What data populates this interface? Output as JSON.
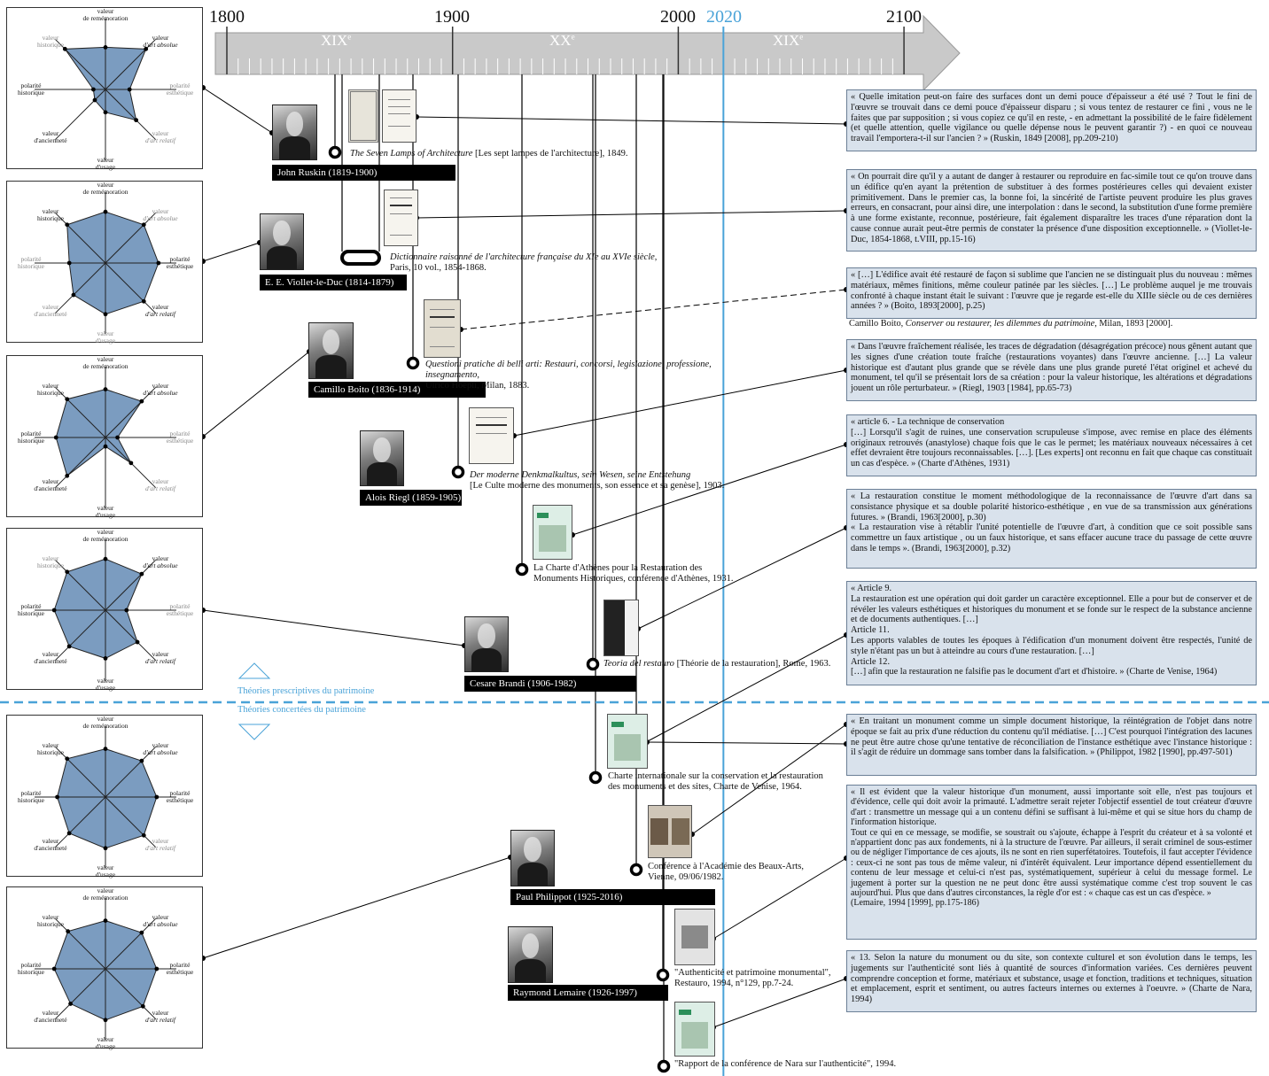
{
  "timeline": {
    "years": [
      {
        "label": "1800",
        "value": 1800
      },
      {
        "label": "1900",
        "value": 1900
      },
      {
        "label": "2000",
        "value": 2000
      },
      {
        "label": "2100",
        "value": 2100
      }
    ],
    "current_year": {
      "label": "2020",
      "value": 2020
    },
    "centuries": [
      {
        "label": "XIX",
        "sup": "e"
      },
      {
        "label": "XX",
        "sup": "e"
      },
      {
        "label": "XIX",
        "sup": "e"
      }
    ]
  },
  "radar_labels": {
    "top": "valeur\nde remémoration",
    "top_left": "valeur\nhistorique",
    "top_right_a": "valeur",
    "top_right_b": "d'art absolue",
    "left": "polarité\nhistorique",
    "right": "polarité\nesthétique",
    "bottom_left": "valeur\nd'ancienneté",
    "bottom_right_a": "valeur",
    "bottom_right_b": "d'art relatif",
    "bottom": "valeur\nd'usage"
  },
  "radar_charts": [
    {
      "values": [
        0.7,
        0.95,
        0.4,
        0.72,
        0.38,
        0.25,
        0.2,
        0.95
      ]
    },
    {
      "values": [
        0.85,
        0.9,
        0.88,
        0.9,
        0.85,
        0.75,
        0.6,
        0.9
      ]
    },
    {
      "values": [
        0.8,
        0.85,
        0.2,
        0.6,
        0.15,
        0.9,
        0.82,
        0.9
      ]
    },
    {
      "values": [
        0.85,
        0.85,
        0.35,
        0.75,
        0.8,
        0.85,
        0.85,
        0.9
      ]
    },
    {
      "values": [
        0.8,
        0.85,
        0.85,
        0.9,
        0.85,
        0.85,
        0.8,
        0.9
      ]
    },
    {
      "values": [
        0.8,
        0.85,
        0.85,
        0.88,
        0.85,
        0.82,
        0.85,
        0.88
      ]
    }
  ],
  "radar_gray_labels": [
    [
      false,
      false,
      true,
      true,
      false,
      false,
      false,
      true
    ],
    [
      false,
      true,
      false,
      false,
      true,
      true,
      true,
      false
    ],
    [
      false,
      false,
      true,
      true,
      false,
      false,
      false,
      false
    ],
    [
      false,
      false,
      true,
      false,
      false,
      false,
      false,
      true
    ],
    [
      false,
      false,
      false,
      true,
      false,
      false,
      false,
      false
    ],
    [
      false,
      false,
      false,
      false,
      false,
      false,
      false,
      false
    ]
  ],
  "people": [
    {
      "name": "John Ruskin (1819-1900)"
    },
    {
      "name": "E. E. Viollet-le-Duc (1814-1879)"
    },
    {
      "name": "Camillo Boito (1836-1914)"
    },
    {
      "name": "Alois Riegl (1859-1905)"
    },
    {
      "name": "Cesare Brandi (1906-1982)"
    },
    {
      "name": "Paul Philippot (1925-2016)"
    },
    {
      "name": "Raymond Lemaire (1926-1997)"
    }
  ],
  "works": [
    {
      "italic": "The Seven Lamps of Architecture",
      "rest": " [Les sept lampes de l'architecture], 1849."
    },
    {
      "italic": "Dictionnaire raisonné de l'architecture française du XIe au XVIe siècle",
      "rest": ",\nParis, 10 vol., 1854-1868."
    },
    {
      "italic": "Questioni pratiche di belli arti: Restauri, concorsi, legislazione, professione, insegnamento",
      "rest": ",\nUlrico Hoepli, Milan, 1883."
    },
    {
      "italic": "Der moderne Denkmalkultus, sein Wesen, seine Entstehung",
      "rest": "\n[Le Culte moderne des monuments, son essence et sa genèse], 1903."
    },
    {
      "italic": "",
      "rest": "La Charte d'Athènes pour la Restauration des\nMonuments Historiques, conférence d'Athènes, 1931."
    },
    {
      "italic": "Teoria del restauro",
      "rest": " [Théorie de la restauration], Rome, 1963."
    },
    {
      "italic": "",
      "rest": "Charte internationale sur la conservation et la restauration\ndes monuments et des sites, Charte de Venise, 1964."
    },
    {
      "italic": "",
      "rest": "Conférence à l'Académie des Beaux-Arts,\nVienne, 09/06/1982."
    },
    {
      "italic": "",
      "rest": "\"Authenticité et patrimoine monumental\",\nRestauro, 1994, n°129, pp.7-24."
    },
    {
      "italic": "",
      "rest": "\"Rapport de la conférence de Nara sur l'authenticité\", 1994."
    }
  ],
  "theories": {
    "prescriptive": "Théories prescriptives du patrimoine",
    "concerted": "Théories concertées du patrimoine"
  },
  "quotes": [
    "« Quelle imitation peut-on faire des surfaces dont un demi pouce d'épaisseur a été usé ? Tout le fini de l'œuvre se trouvait dans ce demi pouce d'épaisseur disparu ; si vous tentez de restaurer ce fini , vous ne le faites que par supposition ; si vous copiez ce qu'il en reste, - en admettant la possibilité de le faire fidèlement (et quelle attention, quelle vigilance ou quelle dépense nous le peuvent garantir ?) - en quoi ce nouveau travail l'emportera-t-il sur l'ancien ? » (Ruskin, 1849 [2008], pp.209-210)",
    "« On pourrait dire qu'il y a autant de danger à restaurer ou reproduire en fac-simile tout ce qu'on trouve dans un édifice qu'en ayant la prétention de substituer à des formes postérieures celles qui devaient exister primitivement. Dans le premier cas, la bonne foi, la sincérité de l'artiste peuvent produire les plus graves erreurs, en consacrant, pour ainsi dire, une interpolation : dans le second, la substitution d'une forme première à une forme existante, reconnue, postérieure, fait également disparaître les traces d'une réparation dont la cause connue aurait peut-être permis de constater la présence d'une disposition exceptionnelle. » (Viollet-le-Duc, 1854-1868, t.VIII, pp.15-16)",
    "« […] L'édifice avait été restauré de façon si sublime que l'ancien ne se distinguait plus du nouveau : mêmes matériaux, mêmes finitions, même couleur patinée par les siècles. […] Le problème auquel je me trouvais confronté à chaque instant était le suivant : l'œuvre que je regarde est-elle du XIIIe siècle ou de ces dernières années ? » (Boito, 1893[2000], p.25)",
    "« Dans l'œuvre fraîchement réalisée, les traces de dégradation (désagrégation précoce) nous gênent autant que les signes d'une création toute fraîche (restaurations voyantes) dans l'œuvre ancienne. […] La valeur historique est d'autant plus grande que se révèle dans une plus grande pureté l'état originel et achevé du monument, tel qu'il se présentait lors de sa création : pour la valeur historique, les altérations et dégradations jouent un rôle perturbateur. » (Riegl, 1903 [1984], pp.65-73)",
    "« article 6.  - La technique de conservation\n[…] Lorsqu'il s'agit de ruines, une conservation scrupuleuse s'impose, avec remise en place des éléments originaux retrouvés (anastylose) chaque fois que le cas le permet; les matériaux nouveaux nécessaires à cet effet devraient être toujours reconnaissables. […]. [Les experts] ont reconnu en fait que chaque cas constituait un cas d'espèce. » (Charte d'Athènes, 1931)",
    "« La restauration constitue le moment méthodologique de la reconnaissance de l'œuvre d'art dans sa consistance physique et sa double polarité historico-esthétique , en vue de sa transmission aux générations futures. » (Brandi, 1963[2000], p.30)\n« La restauration vise à rétablir l'unité potentielle de l'œuvre d'art, à condition que ce soit possible sans commettre un faux artistique , ou un faux historique, et sans effacer aucune trace du passage de cette œuvre dans le temps ». (Brandi, 1963[2000], p.32)",
    "« Article 9.\nLa restauration est une opération qui doit garder un caractère exceptionnel. Elle a pour but de conserver et de révéler les valeurs esthétiques et historiques du monument et se fonde sur le respect de la substance ancienne et de documents authentiques. […]\nArticle 11.\nLes apports valables de toutes les époques à l'édification d'un monument doivent être respectés, l'unité de style n'étant pas un but à atteindre au cours d'une restauration. […]\nArticle 12.\n[…] afin que la restauration ne falsifie pas le document d'art et d'histoire. » (Charte de Venise, 1964)",
    "« En traitant un monument comme un simple document historique, la réintégration de l'objet dans notre époque se fait au prix d'une réduction du contenu qu'il médiatise. […] C'est pourquoi l'intégration des lacunes ne peut être autre chose qu'une tentative de réconciliation de l'instance esthétique avec l'instance historique : il s'agit de réduire un dommage sans tomber dans la falsification. » (Philippot, 1982 [1990], pp.497-501)",
    "« Il est évident que la valeur historique d'un monument, aussi importante soit elle, n'est pas toujours et d'évidence, celle qui doit avoir la primauté.  L'admettre serait rejeter l'objectif essentiel de tout créateur d'œuvre d'art : transmettre un message qui a un contenu défini se suffisant à lui-même et qui se situe hors du champ de l'information historique.\nTout ce qui en ce message, se modifie, se soustrait ou s'ajoute, échappe à l'esprit du créateur et à sa volonté et n'appartient donc pas aux fondements, ni à la structure de l'œuvre. Par ailleurs, il serait criminel de sous-estimer ou de négliger l'importance de ces ajouts, ils ne sont en rien superfétatoires. Toutefois, il faut accepter l'évidence : ceux-ci ne sont pas tous de même valeur, ni d'intérêt équivalent. Leur importance dépend essentiellement du contenu de leur message et celui-ci n'est pas, systématiquement, supérieur à celui du message formel. Le jugement à porter sur la question ne ne peut donc être aussi systématique comme c'est trop souvent le cas aujourd'hui. Plus que dans d'autres circonstances, la règle d'or est : « chaque cas est un cas d'espèce. »\n(Lemaire, 1994 [1999], pp.175-186)",
    "« 13.  Selon la nature du monument ou du site, son contexte culturel et son évolution dans le temps, les jugements sur l'authenticité sont liés à quantité de sources d'information variées. Ces dernières peuvent comprendre conception et forme, matériaux et substance, usage et fonction, traditions et techniques, situation et emplacement, esprit et sentiment, ou autres facteurs internes ou externes à l'oeuvre. » (Charte de Nara, 1994)"
  ],
  "quote_extra": "Camillo Boito, Conserver ou restaurer, les dilemmes du patrimoine, Milan, 1893 [2000].",
  "quote_extra_italic": "Conserver ou restaurer, les dilemmes du patrimoine",
  "colors": {
    "radar_fill": "#7b9cc0",
    "quote_bg": "#d9e2ec",
    "accent_blue": "#4aa3d8",
    "arrow_gray": "#c9c9c9"
  }
}
